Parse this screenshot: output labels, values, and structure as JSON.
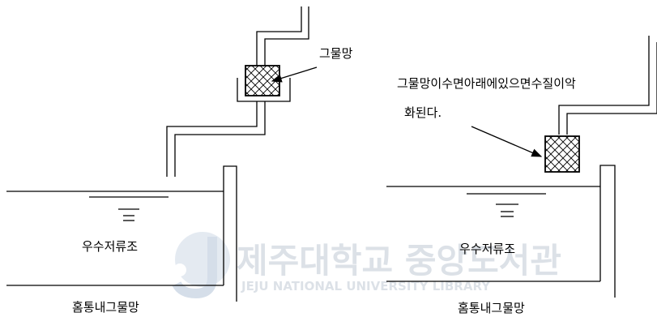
{
  "left_panel": {
    "screen_label": "그물망",
    "tank_label": "우수저류조",
    "bottom_label": "홈통내그물망"
  },
  "right_panel": {
    "note_line1": "그물망이수면아래에있으면수질이악",
    "note_line2": "화된다.",
    "tank_label": "우수저류조",
    "bottom_label": "홈통내그물망"
  },
  "watermark": {
    "title": "제주대학교 중앙도서관",
    "subtitle": "JEJU NATIONAL UNIVERSITY LIBRARY"
  }
}
